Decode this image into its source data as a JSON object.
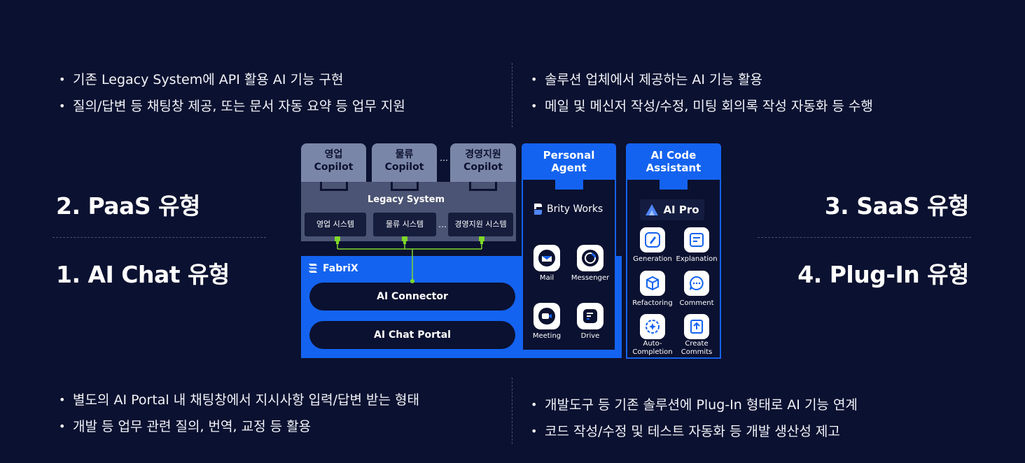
{
  "top_left_bullets": [
    "기존 Legacy System에 API 활용 AI 기능 구현",
    "질의/답변 등 채팅창 제공, 또는 문서 자동 요약 등 업무 지원"
  ],
  "top_right_bullets": [
    "솔루션 업체에서 제공하는 AI 기능 활용",
    "메일 및 메신저 작성/수정, 미팅 회의록 작성 자동화 등 수행"
  ],
  "bottom_left_bullets": [
    "별도의 AI Portal 내 채팅창에서 지시사항 입력/답변 받는 형태",
    "개발 등 업무 관련 질의, 번역, 교정 등 활용"
  ],
  "bottom_right_bullets": [
    "개발도구 등 기존 솔루션에 Plug-In 형태로 AI 기능 연계",
    "코드 작성/수정 및 테스트 자동화 등 개발 생산성 제고"
  ],
  "types": {
    "paas": "2. PaaS 유형",
    "ai_chat": "1. AI Chat 유형",
    "saas": "3. SaaS 유형",
    "plugin": "4. Plug-In 유형"
  },
  "diagram": {
    "copilots": [
      {
        "line1": "영업",
        "line2": "Copilot"
      },
      {
        "line1": "물류",
        "line2": "Copilot"
      },
      {
        "line1": "경영지원",
        "line2": "Copilot"
      }
    ],
    "copilot_ellipsis": "…",
    "legacy_title": "Legacy System",
    "systems": [
      "영업 시스템",
      "물류 시스템",
      "경영지원 시스템"
    ],
    "system_ellipsis": "…",
    "fabrix_label": "FabriX",
    "ai_connector": "AI Connector",
    "ai_chat_portal": "AI Chat Portal",
    "personal_agent": {
      "title_line1": "Personal",
      "title_line2": "Agent",
      "brand": "Brity Works",
      "apps": [
        {
          "label": "Mail",
          "icon": "mail-icon"
        },
        {
          "label": "Messenger",
          "icon": "messenger-icon"
        },
        {
          "label": "Meeting",
          "icon": "meeting-icon"
        },
        {
          "label": "Drive",
          "icon": "drive-icon"
        }
      ]
    },
    "code_assistant": {
      "title_line1": "AI Code",
      "title_line2": "Assistant",
      "brand": "AI Pro",
      "features": [
        {
          "line1": "Generation",
          "line2": "",
          "icon": "generation-icon"
        },
        {
          "line1": "Explanation",
          "line2": "",
          "icon": "explanation-icon"
        },
        {
          "line1": "Refactoring",
          "line2": "",
          "icon": "refactoring-icon"
        },
        {
          "line1": "Comment",
          "line2": "",
          "icon": "comment-icon"
        },
        {
          "line1": "Auto-",
          "line2": "Completion",
          "icon": "auto-completion-icon"
        },
        {
          "line1": "Create",
          "line2": "Commits",
          "icon": "create-commits-icon"
        }
      ]
    }
  },
  "colors": {
    "background": "#0b1130",
    "accent_blue": "#1463f0",
    "connector_green": "#7fd92a",
    "copilot_gray": "#7a86a8"
  }
}
